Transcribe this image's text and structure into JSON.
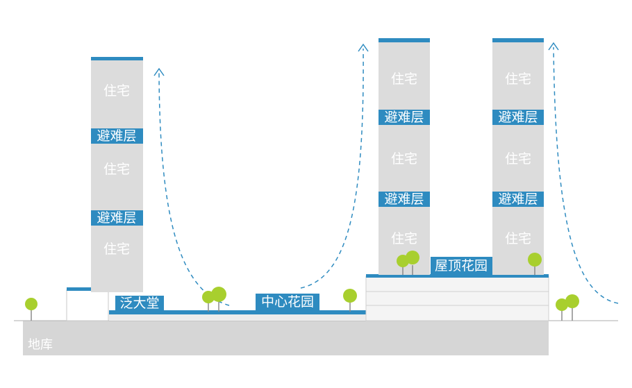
{
  "labels": {
    "residential": "住宅",
    "refuge_floor": "避难层",
    "lobby": "泛大堂",
    "central_garden": "中心花园",
    "roof_garden": "屋顶花园",
    "basement": "地库"
  },
  "colors": {
    "building": "#dcdcdc",
    "building_dark": "#d3d3d3",
    "accent_blue": "#2e8bc0",
    "ground": "#d6d6d6",
    "tree": "#a8cf2e",
    "tree_trunk": "#8a8a8a",
    "line": "#bdbdbd",
    "arrow": "#2e8bc0"
  }
}
